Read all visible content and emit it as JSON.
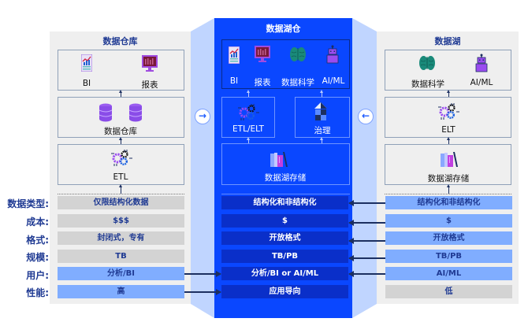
{
  "row_labels": [
    "数据类型:",
    "成本:",
    "格式:",
    "规模:",
    "用户:",
    "性能:"
  ],
  "warehouse": {
    "title": "数据仓库",
    "top_box": {
      "items": [
        {
          "icon": "bi-chart-icon",
          "label": "BI"
        },
        {
          "icon": "report-monitor-icon",
          "label": "报表"
        }
      ]
    },
    "middle_box": {
      "icon": "database-icon",
      "label": "数据仓库"
    },
    "bottom_box": {
      "icon": "gears-icon",
      "label": "ETL"
    },
    "rows": [
      "仅限结构化数据",
      "$$$",
      "封闭式，专有",
      "TB",
      "分析/BI",
      "高"
    ]
  },
  "lakehouse": {
    "title": "数据湖仓",
    "top_box": {
      "items": [
        {
          "icon": "bi-chart-icon",
          "label": "BI"
        },
        {
          "icon": "report-monitor-icon",
          "label": "报表"
        },
        {
          "icon": "brain-icon",
          "label": "数据科学"
        },
        {
          "icon": "robot-icon",
          "label": "AI/ML"
        }
      ]
    },
    "etl_box": {
      "icon": "gears-icon",
      "label": "ETL/ELT"
    },
    "governance_box": {
      "icon": "puzzle-icon",
      "label": "治理"
    },
    "storage_box": {
      "icon": "books-icon",
      "label": "数据湖存储"
    },
    "rows": [
      "结构化和非结构化",
      "$",
      "开放格式",
      "TB/PB",
      "分析/BI or AI/ML",
      "应用导向"
    ]
  },
  "datalake": {
    "title": "数据湖",
    "top_box": {
      "items": [
        {
          "icon": "brain-icon",
          "label": "数据科学"
        },
        {
          "icon": "robot-icon",
          "label": "AI/ML"
        }
      ]
    },
    "middle_box": {
      "icon": "gears-icon",
      "label": "ELT"
    },
    "bottom_box": {
      "icon": "books-icon",
      "label": "数据湖存储"
    },
    "rows": [
      "结构化和非结构化",
      "$",
      "开放格式",
      "TB/PB",
      "AI/ML",
      "低"
    ]
  },
  "nav": {
    "left_arrow": "→",
    "right_arrow": "←"
  },
  "colors": {
    "center_blue": "#0a47ff",
    "dark_cell": "#0a2fc9",
    "light_cell": "#80adff",
    "grey_cell": "#d3d3d3",
    "title_blue": "#1f3a93"
  }
}
